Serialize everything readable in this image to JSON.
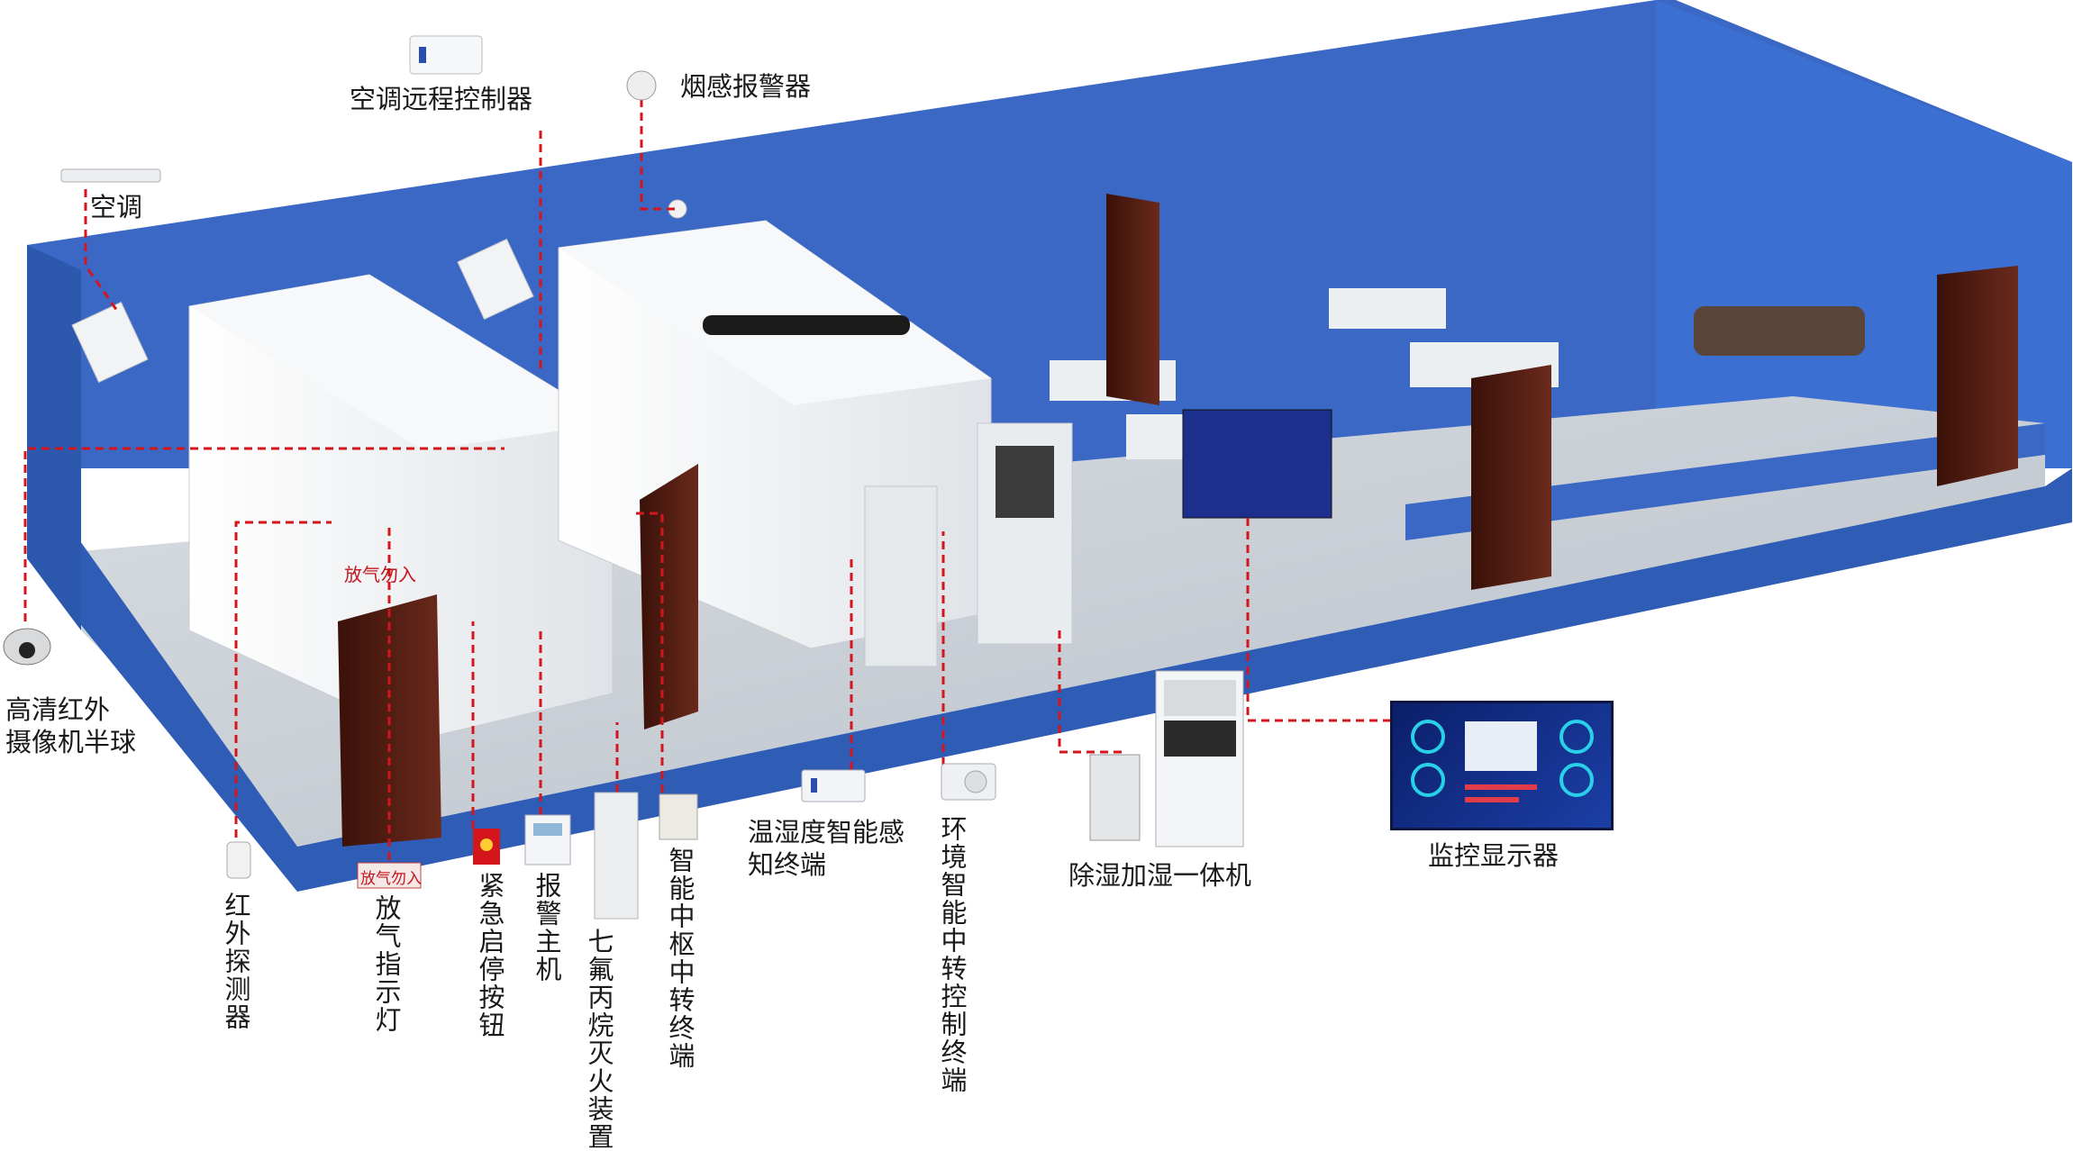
{
  "labels": {
    "ac": "空调",
    "ac_remote": "空调远程控制器",
    "smoke_alarm": "烟感报警器",
    "camera": "高清红外\n摄像机半球",
    "ir_detector": "红外探测器",
    "gas_indicator": "放气指示灯",
    "emergency_button": "紧急启停按钮",
    "alarm_host": "报警主机",
    "fire_ext": "七氟丙烷灭火装置",
    "hub_terminal": "智能中枢中转终端",
    "th_sensor": "温湿度智能感知终端",
    "env_hub": "环境智能中转控制终端",
    "dehumid": "除湿加湿一体机",
    "monitor": "监控显示器"
  },
  "device_text": {
    "gas_sign": "放气勿入",
    "gas_sign_small": "放气勿入"
  },
  "colors": {
    "wall_blue": "#3a68c4",
    "floor": "#c8ced4",
    "leader_red": "#d4161c",
    "cabinet": "#eef0f2",
    "door": "#4a1d14"
  }
}
